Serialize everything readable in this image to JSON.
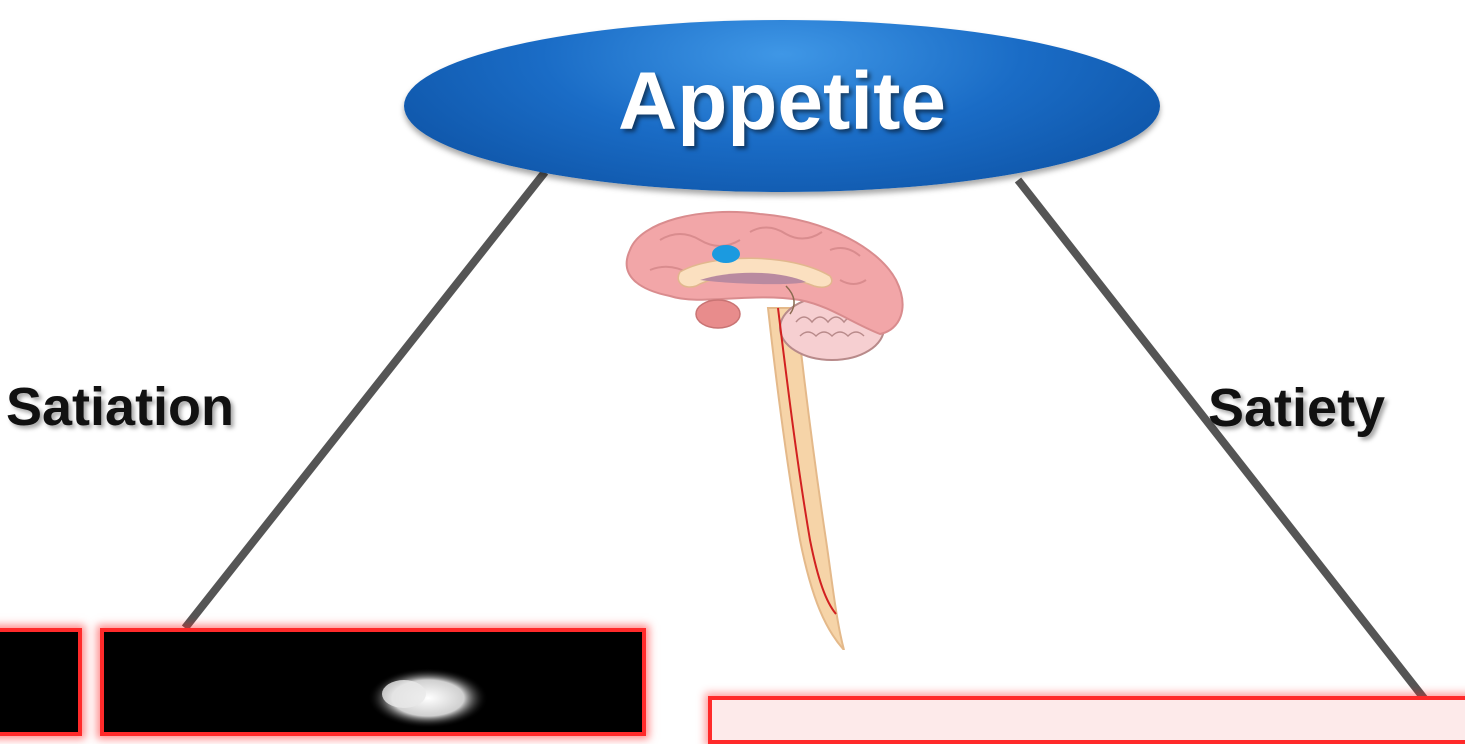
{
  "diagram": {
    "top_node": {
      "label": "Appetite"
    },
    "left_branch": {
      "label": "Satiation"
    },
    "right_branch": {
      "label": "Satiety"
    },
    "center_illustration": "brain-icon",
    "colors": {
      "oval_fill": "#1a6cc6",
      "connector": "#555555",
      "panel_border": "#ff2a2a"
    }
  }
}
